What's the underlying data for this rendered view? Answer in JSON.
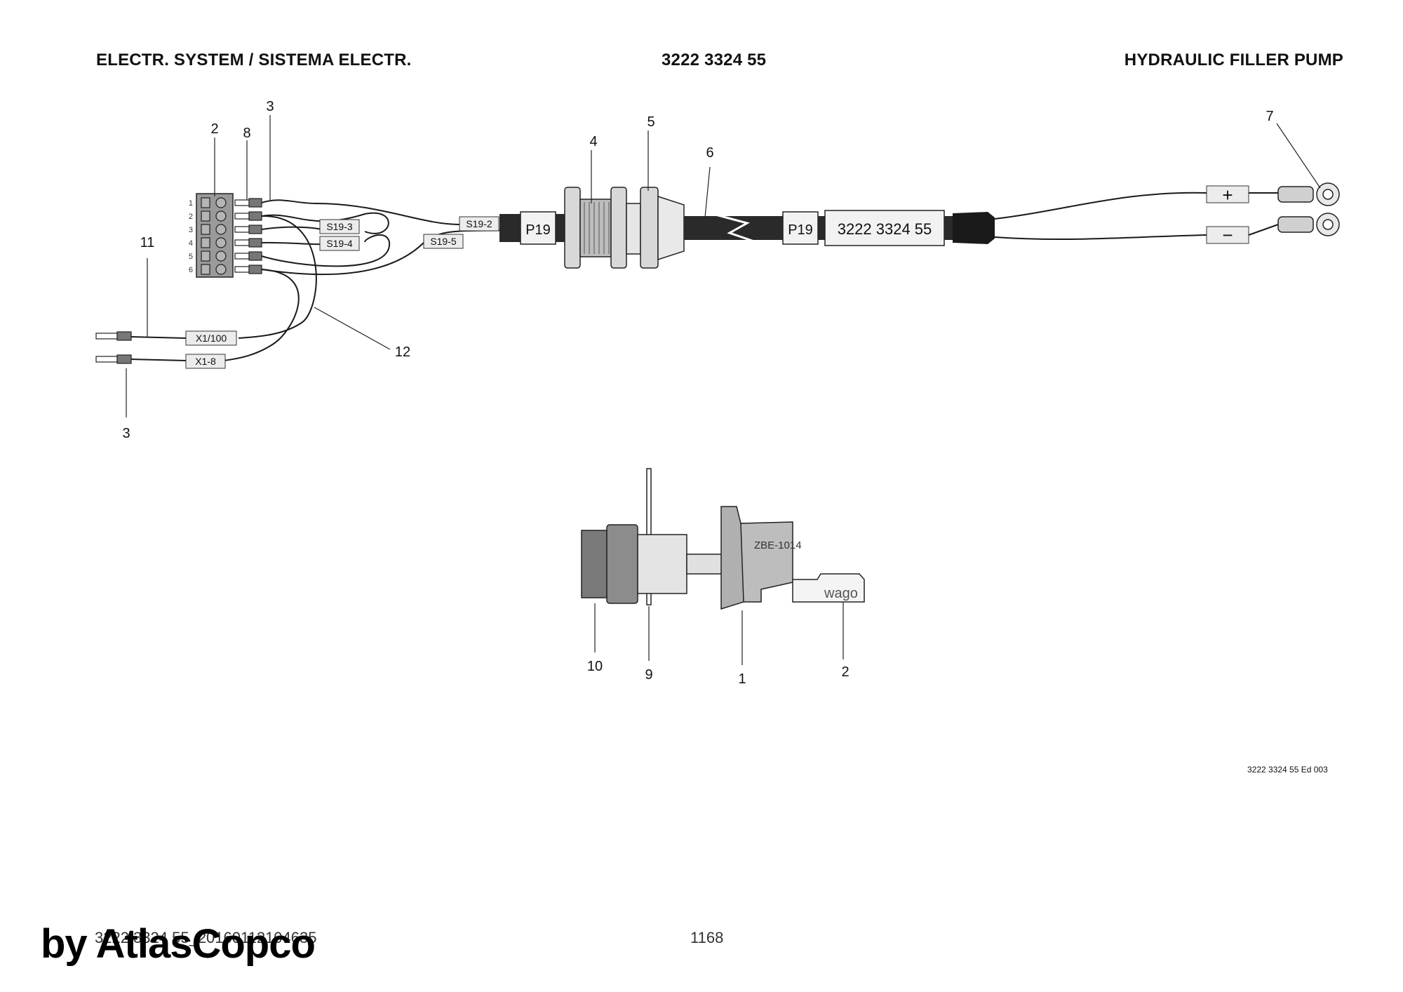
{
  "header": {
    "left_title": "ELECTR. SYSTEM / SISTEMA ELECTR.",
    "part_number": "3222 3324 55",
    "right_title": "HYDRAULIC FILLER PUMP"
  },
  "cable_labels": {
    "s19_2": "S19-2",
    "s19_3": "S19-3",
    "s19_4": "S19-4",
    "s19_5": "S19-5",
    "x1_100": "X1/100",
    "x1_8": "X1-8",
    "p19_left": "P19",
    "p19_right": "P19",
    "cable_id": "3222 3324 55",
    "plus": "+",
    "minus": "−"
  },
  "terminal_pins": [
    "1",
    "2",
    "3",
    "4",
    "5",
    "6"
  ],
  "switch_labels": {
    "contact_block": "ZBE-1014",
    "connector": "wago"
  },
  "callouts": {
    "c1": "1",
    "c2_top": "2",
    "c2_bottom": "2",
    "c3_top": "3",
    "c3_bottom": "3",
    "c4": "4",
    "c5": "5",
    "c6": "6",
    "c7": "7",
    "c8": "8",
    "c9": "9",
    "c10": "10",
    "c11": "11",
    "c12": "12"
  },
  "doc_code": "3222 3324 55 Ed 003",
  "footer": {
    "identifier": "3222 3324 55_20160112104635",
    "page_number": "1168",
    "watermark": "by AtlasCopco"
  },
  "colors": {
    "ink": "#111111",
    "connector_gray": "#9a9a9a",
    "cable_black": "#2a2a2a",
    "label_fill": "#ececec"
  }
}
